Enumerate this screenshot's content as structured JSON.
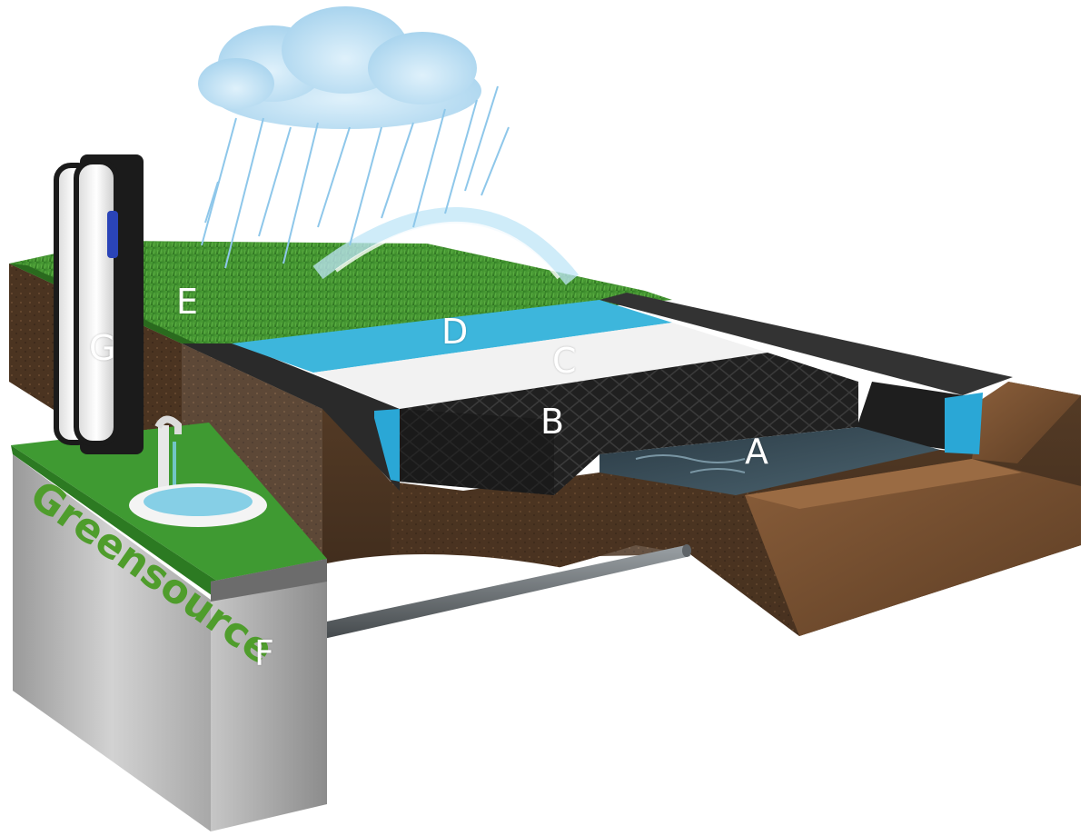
{
  "diagram": {
    "brand_text": "Greensource",
    "labels": {
      "a": "A",
      "b": "B",
      "c": "C",
      "d": "D",
      "e": "E",
      "f": "F",
      "g": "G"
    }
  },
  "colors": {
    "grass": "#3d8a2c",
    "soil": "#4a3322",
    "water_layer": "#3db6dc",
    "fabric_layer": "#f2f2f2",
    "crate": "#1c1c1c",
    "tank_top": "#3f9a32",
    "tank_body": "#b7b7b7",
    "brand_text": "#4f9d2c"
  }
}
